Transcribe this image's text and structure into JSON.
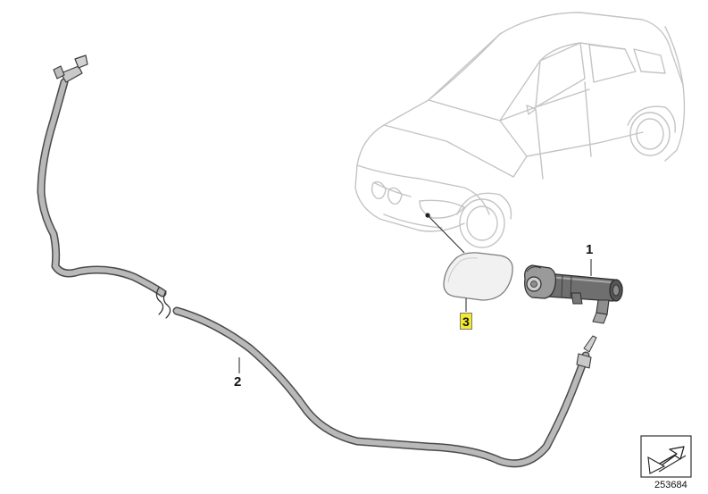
{
  "callouts": {
    "part_1": "1",
    "part_2": "2",
    "part_3": "3"
  },
  "reference_number": "253684",
  "colors": {
    "car_outline": "#c4c4c4",
    "hose_fill": "#b9b9b9",
    "hose_edge": "#4a4a4a",
    "highlight": "#f2ea2a",
    "leader": "#222222"
  },
  "icons": [
    "car-outline-icon",
    "hose-icon",
    "washer-nozzle-icon",
    "cover-cap-icon",
    "view-direction-arrow-icon"
  ]
}
